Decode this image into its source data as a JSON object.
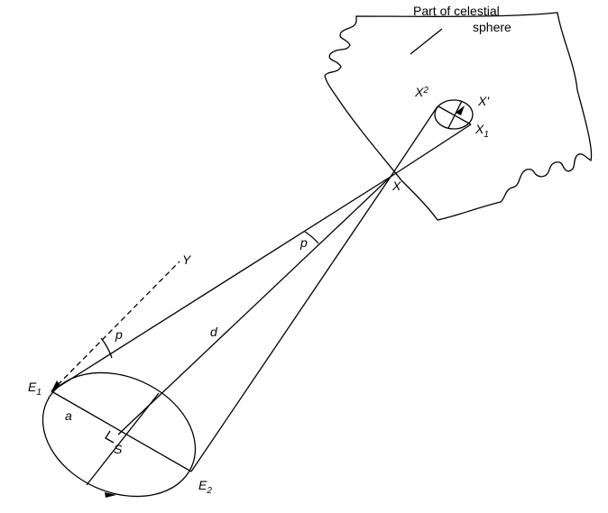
{
  "diagram": {
    "caption": {
      "line1": "Part of celestial",
      "line2": "sphere"
    },
    "labels": {
      "X": "X",
      "X1": "X",
      "X1_sub": "1",
      "X2": "X",
      "X2_sub": "2",
      "Xprime": "X'",
      "Y": "Y",
      "E1": "E",
      "E1_sub": "1",
      "E2": "E",
      "E2_sub": "2",
      "S": "S",
      "a": "a",
      "d": "d",
      "p_upper": "p",
      "p_lower": "p"
    },
    "colors": {
      "ink": "#000000",
      "background": "#ffffff"
    }
  }
}
